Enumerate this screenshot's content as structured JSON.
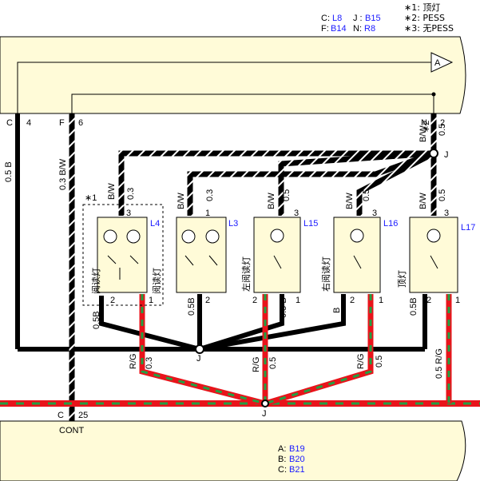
{
  "header": {
    "legend_c": "C:",
    "legend_c_val": "L8",
    "legend_j": "J :",
    "legend_j_val": "B15",
    "legend_f": "F:",
    "legend_f_val": "B14",
    "legend_n": "N:",
    "legend_n_val": "R8",
    "note1": "∗1: 顶灯",
    "note2": "∗2: PESS",
    "note3": "∗3: 无PESS"
  },
  "top_block": {
    "arrow_label": "A",
    "pin_c_conn": "C",
    "pin_c_num": "4",
    "pin_f_conn": "F",
    "pin_f_num": "6",
    "pin_n_conn": "N",
    "pin_n_num": "2",
    "pin_n_star": "∗2"
  },
  "wires": {
    "w_main_b": "0.5 B",
    "w_bw_f": "0.3 B/W",
    "w_bw_n": "B/W",
    "w_bw_n_size": "0.5",
    "j_top": "J",
    "j_bottom_b": "J",
    "j_bottom_rg": "J",
    "bottom_c": "C",
    "bottom_c_num": "25",
    "bottom_cont": "CONT",
    "star1": "∗1"
  },
  "lamps": [
    {
      "id": "L4",
      "top_wire": "B/W",
      "top_size": "0.3",
      "pin_top": "3",
      "pin_left": "2",
      "pin_right": "1",
      "left_wire": "0.5B",
      "right_wire": "R/G",
      "right_size": "0.3",
      "label_left": "阅读灯",
      "label_right": "阅读灯"
    },
    {
      "id": "L3",
      "top_wire": "B/W",
      "top_size": "0.3",
      "pin_top": "1",
      "pin_left": "0.5B",
      "pin_right": "2"
    },
    {
      "id": "L15",
      "top_wire": "B/W",
      "top_size": "0.5",
      "pin_top": "3",
      "pin_left": "2",
      "pin_right": "1",
      "left_wire": "R/G",
      "left_size": "0.5",
      "right_wire": "0.5 B",
      "label_left": "左阅读灯"
    },
    {
      "id": "L16",
      "top_wire": "B/W",
      "top_size": "0.5",
      "pin_top": "3",
      "pin_left": "2",
      "pin_right": "1",
      "left_wire": "B",
      "right_wire": "R/G",
      "right_size": "0.5",
      "label_left": "右阅读灯"
    },
    {
      "id": "L17",
      "top_wire": "B/W",
      "top_size": "0.5",
      "pin_top": "3",
      "pin_left": "2",
      "pin_right": "1",
      "left_wire": "0.5B",
      "right_wire": "0.5 R/G",
      "label_left": "顶灯"
    }
  ],
  "footer": {
    "a": "A:",
    "a_val": "B19",
    "b": "B:",
    "b_val": "B20",
    "c": "C:",
    "c_val": "B21"
  },
  "colors": {
    "black": "#000000",
    "red": "#e8141b",
    "green": "#22a043",
    "panel": "#fffbd8",
    "blue_text": "#1a1aff"
  }
}
